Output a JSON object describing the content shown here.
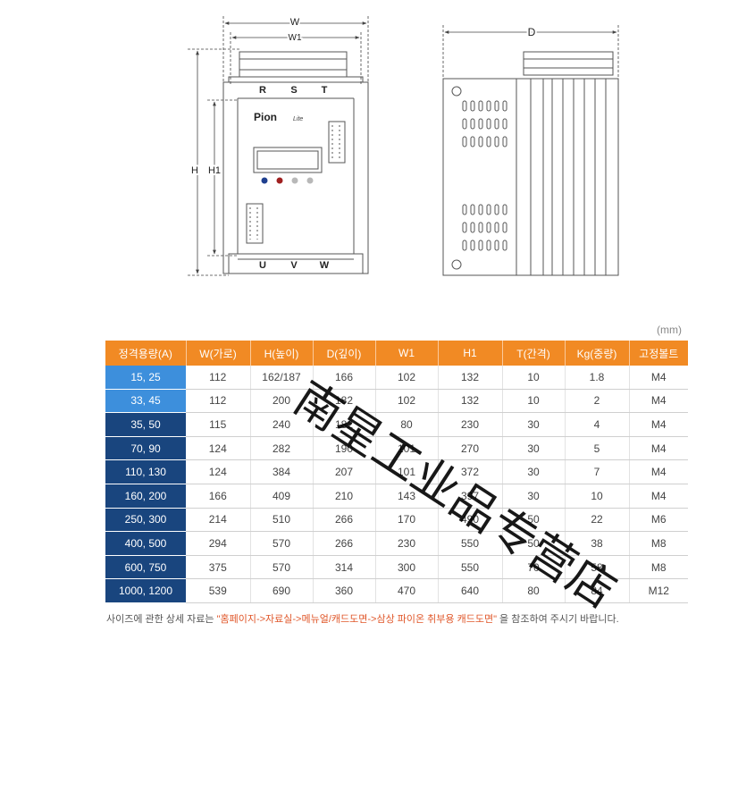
{
  "drawing": {
    "labels": {
      "width": "W",
      "width1": "W1",
      "depth": "D",
      "height": "H",
      "height1": "H1",
      "input_terminals": [
        "R",
        "S",
        "T"
      ],
      "output_terminals": [
        "U",
        "V",
        "W"
      ],
      "logo": "Pion",
      "logo_sub": "Lite"
    },
    "led_colors": [
      "#1f3f8f",
      "#a02020",
      "#b8b8b8",
      "#b8b8b8"
    ]
  },
  "unit": "(mm)",
  "table": {
    "headers": [
      "정격용량(A)",
      "W(가로)",
      "H(높이)",
      "D(깊이)",
      "W1",
      "H1",
      "T(간격)",
      "Kg(중량)",
      "고정볼트"
    ],
    "rows": [
      [
        "15, 25",
        "112",
        "162/187",
        "166",
        "102",
        "132",
        "10",
        "1.8",
        "M4"
      ],
      [
        "33, 45",
        "112",
        "200",
        "182",
        "102",
        "132",
        "10",
        "2",
        "M4"
      ],
      [
        "35, 50",
        "115",
        "240",
        "182",
        "80",
        "230",
        "30",
        "4",
        "M4"
      ],
      [
        "70, 90",
        "124",
        "282",
        "190",
        "101",
        "270",
        "30",
        "5",
        "M4"
      ],
      [
        "110, 130",
        "124",
        "384",
        "207",
        "101",
        "372",
        "30",
        "7",
        "M4"
      ],
      [
        "160, 200",
        "166",
        "409",
        "210",
        "143",
        "397",
        "30",
        "10",
        "M4"
      ],
      [
        "250, 300",
        "214",
        "510",
        "266",
        "170",
        "490",
        "50",
        "22",
        "M6"
      ],
      [
        "400, 500",
        "294",
        "570",
        "266",
        "230",
        "550",
        "50",
        "38",
        "M8"
      ],
      [
        "600, 750",
        "375",
        "570",
        "314",
        "300",
        "550",
        "70",
        "58",
        "M8"
      ],
      [
        "1000, 1200",
        "539",
        "690",
        "360",
        "470",
        "640",
        "80",
        "84",
        "M12"
      ]
    ],
    "capacity_colors": [
      "#3d8fdc",
      "#3d8fdc",
      "#19457e",
      "#19457e",
      "#19457e",
      "#19457e",
      "#19457e",
      "#19457e",
      "#19457e",
      "#19457e"
    ],
    "header_color": "#f18a24"
  },
  "footnote": {
    "before": "사이즈에 관한 상세 자료는",
    "link": "\"홈페이지->자료실->메뉴얼/캐드도면->삼상 파이온 취부용 캐드도면\"",
    "after": "을 참조하여 주시기 바랍니다."
  },
  "watermark": "南星工业品专营店"
}
